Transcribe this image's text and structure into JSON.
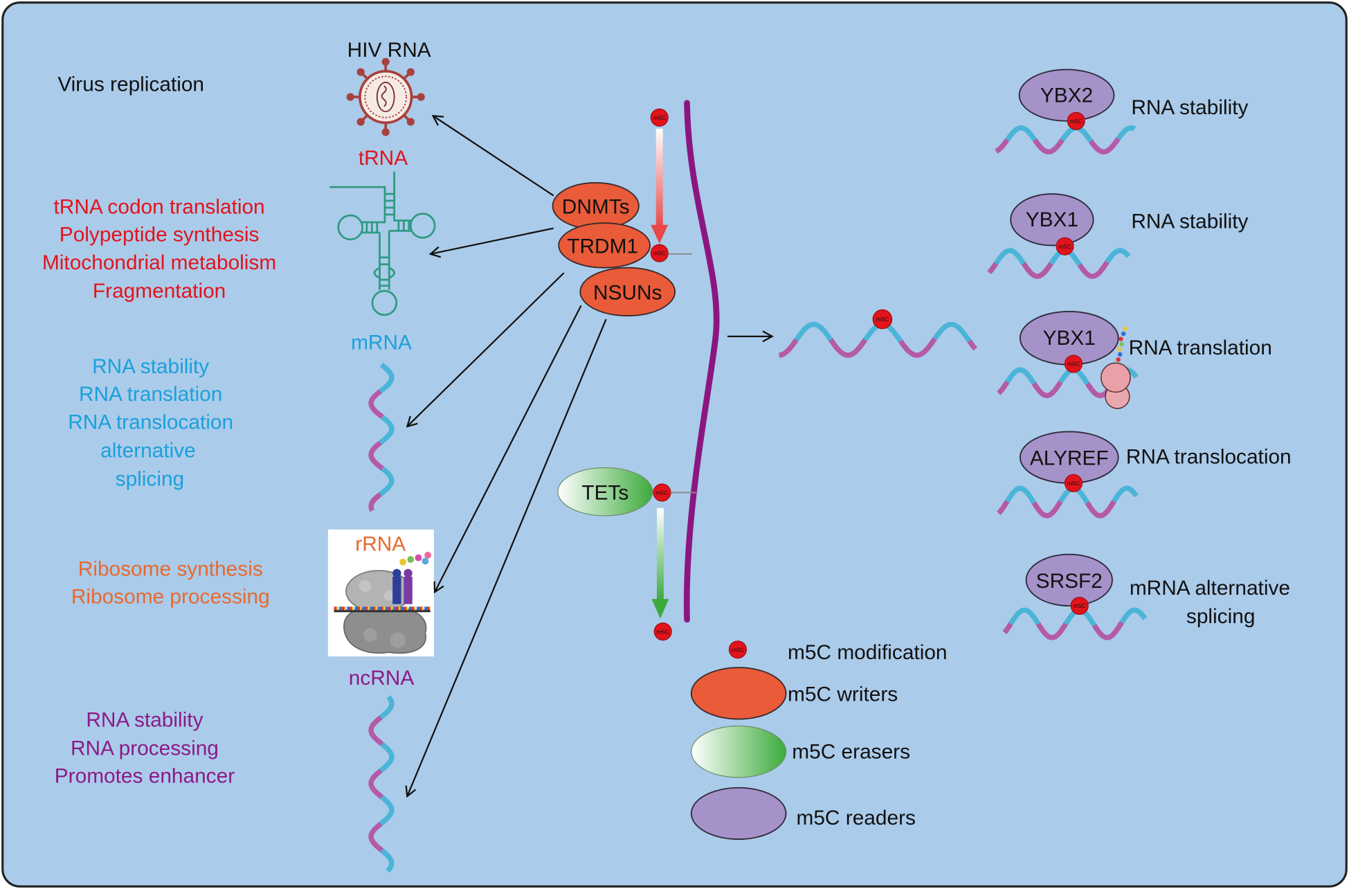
{
  "colors": {
    "background": "#abcbea",
    "writer": "#ea5b3a",
    "reader": "#a592c9",
    "eraser": "#3cab3c",
    "m5c_dot": "#e3131b",
    "trna_text": "#e3131b",
    "mrna_text": "#1aa0dc",
    "rrna_text": "#e8692d",
    "ncrna_text": "#8c1a87",
    "chromatin": "#8b1680",
    "strand_cyan": "#4bb5d8",
    "strand_magenta": "#b45aa8",
    "trna_icon": "#2e9a80"
  },
  "icons": {
    "virus": "virus-icon",
    "trna": "trna-cloverleaf-icon",
    "ribosome": "ribosome-icon"
  },
  "m5c_mark": "m5C",
  "rna_types": {
    "hiv": {
      "label": "HIV RNA",
      "functions": [
        "Virus replication"
      ]
    },
    "trna": {
      "label": "tRNA",
      "functions": [
        "tRNA codon translation",
        "Polypeptide synthesis",
        "Mitochondrial metabolism",
        "Fragmentation"
      ]
    },
    "mrna": {
      "label": "mRNA",
      "functions": [
        "RNA stability",
        "RNA translation",
        "RNA translocation",
        "alternative",
        "splicing"
      ]
    },
    "rrna": {
      "label": "rRNA",
      "functions": [
        "Ribosome synthesis",
        "Ribosome processing"
      ]
    },
    "ncrna": {
      "label": "ncRNA",
      "functions": [
        "RNA stability",
        "RNA processing",
        "Promotes enhancer"
      ]
    }
  },
  "writers": [
    "DNMTs",
    "TRDM1",
    "NSUNs"
  ],
  "erasers": [
    "TETs"
  ],
  "readers": [
    {
      "protein": "YBX2",
      "function_lines": [
        "RNA stability"
      ]
    },
    {
      "protein": "YBX1",
      "function_lines": [
        "RNA stability"
      ]
    },
    {
      "protein": "YBX1",
      "function_lines": [
        "RNA translation"
      ]
    },
    {
      "protein": "ALYREF",
      "function_lines": [
        "RNA translocation"
      ]
    },
    {
      "protein": "SRSF2",
      "function_lines": [
        "mRNA alternative",
        "splicing"
      ]
    }
  ],
  "legend": {
    "modification": "m5C modification",
    "writers": "m5C writers",
    "erasers": "m5C erasers",
    "readers": "m5C readers"
  }
}
